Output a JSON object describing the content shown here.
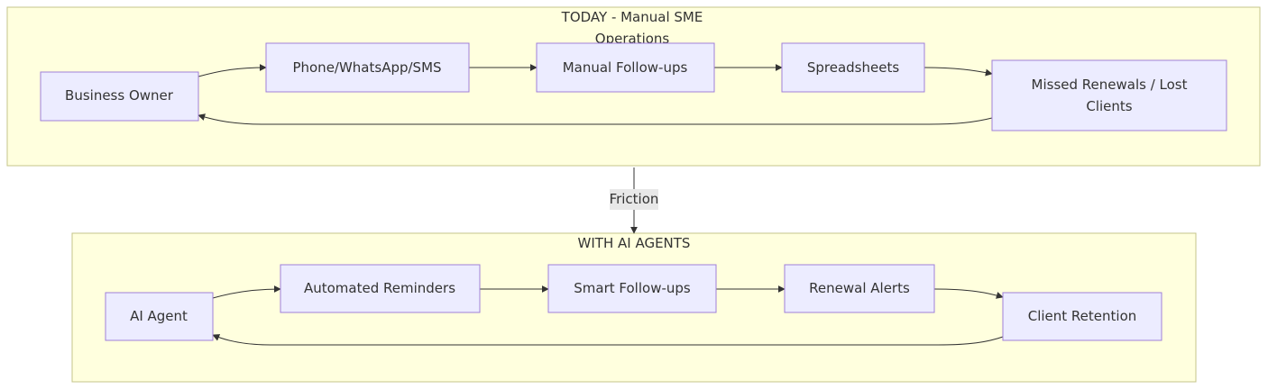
{
  "diagram": {
    "groups": {
      "today": {
        "title_line1": "TODAY - Manual SME",
        "title_line2": "Operations"
      },
      "ai": {
        "title": "WITH AI AGENTS"
      }
    },
    "nodes": {
      "business_owner": "Business Owner",
      "phone": "Phone/WhatsApp/SMS",
      "manual_followups": "Manual Follow-ups",
      "spreadsheets": "Spreadsheets",
      "missed_line1": "Missed Renewals / Lost",
      "missed_line2": "Clients",
      "ai_agent": "AI Agent",
      "automated_reminders": "Automated Reminders",
      "smart_followups": "Smart Follow-ups",
      "renewal_alerts": "Renewal Alerts",
      "client_retention": "Client Retention"
    },
    "edges": {
      "friction": "Friction"
    }
  }
}
